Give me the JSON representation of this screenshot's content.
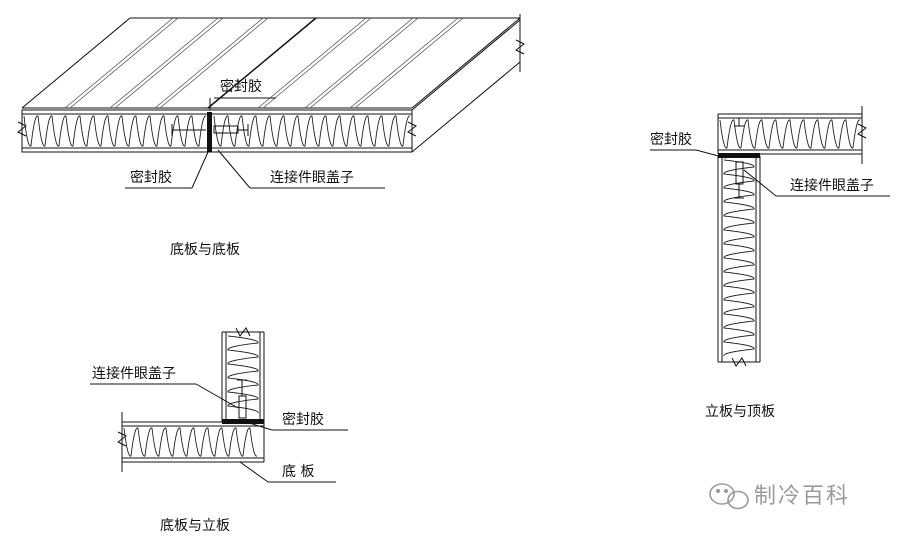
{
  "labels": {
    "sealant": "密封胶",
    "connector_cap": "连接件眼盖子",
    "floor_panel": "底  板"
  },
  "captions": {
    "floor_to_floor": "底板与底板",
    "floor_to_wall": "底板与立板",
    "wall_to_ceiling": "立板与顶板"
  },
  "watermark": {
    "text": "制冷百科",
    "icon": "wechat-icon"
  }
}
